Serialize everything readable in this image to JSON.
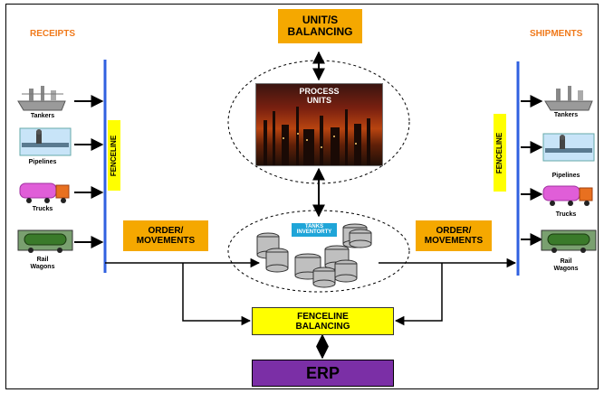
{
  "receipts": {
    "title": "RECEIPTS",
    "items": [
      {
        "label": "Tankers"
      },
      {
        "label": "Pipelines"
      },
      {
        "label": "Trucks"
      },
      {
        "label": "Rail\nWagons"
      }
    ],
    "fenceline": "FENCELINE"
  },
  "shipments": {
    "title": "SHIPMENTS",
    "items": [
      {
        "label": "Tankers"
      },
      {
        "label": "Pipelines"
      },
      {
        "label": "Trucks"
      },
      {
        "label": "Rail\nWagons"
      }
    ],
    "fenceline": "FENCELINE"
  },
  "center": {
    "unit_balancing": "UNIT/S\nBALANCING",
    "process_units": "PROCESS\nUNITS",
    "tanks_inventory": "TANKS\nINVENTORTY",
    "order_left": "ORDER/\nMOVEMENTS",
    "order_right": "ORDER/\nMOVEMENTS",
    "fenceline_balancing": "FENCELINE\nBALANCING",
    "erp": "ERP"
  },
  "colors": {
    "orange_box": "#f5a800",
    "yellow_box": "#ffff00",
    "erp_purple": "#7b2fa6",
    "fence_line_blue": "#3060e0",
    "title_orange": "#f07a1c",
    "tank_badge_blue": "#1fa5d8"
  }
}
